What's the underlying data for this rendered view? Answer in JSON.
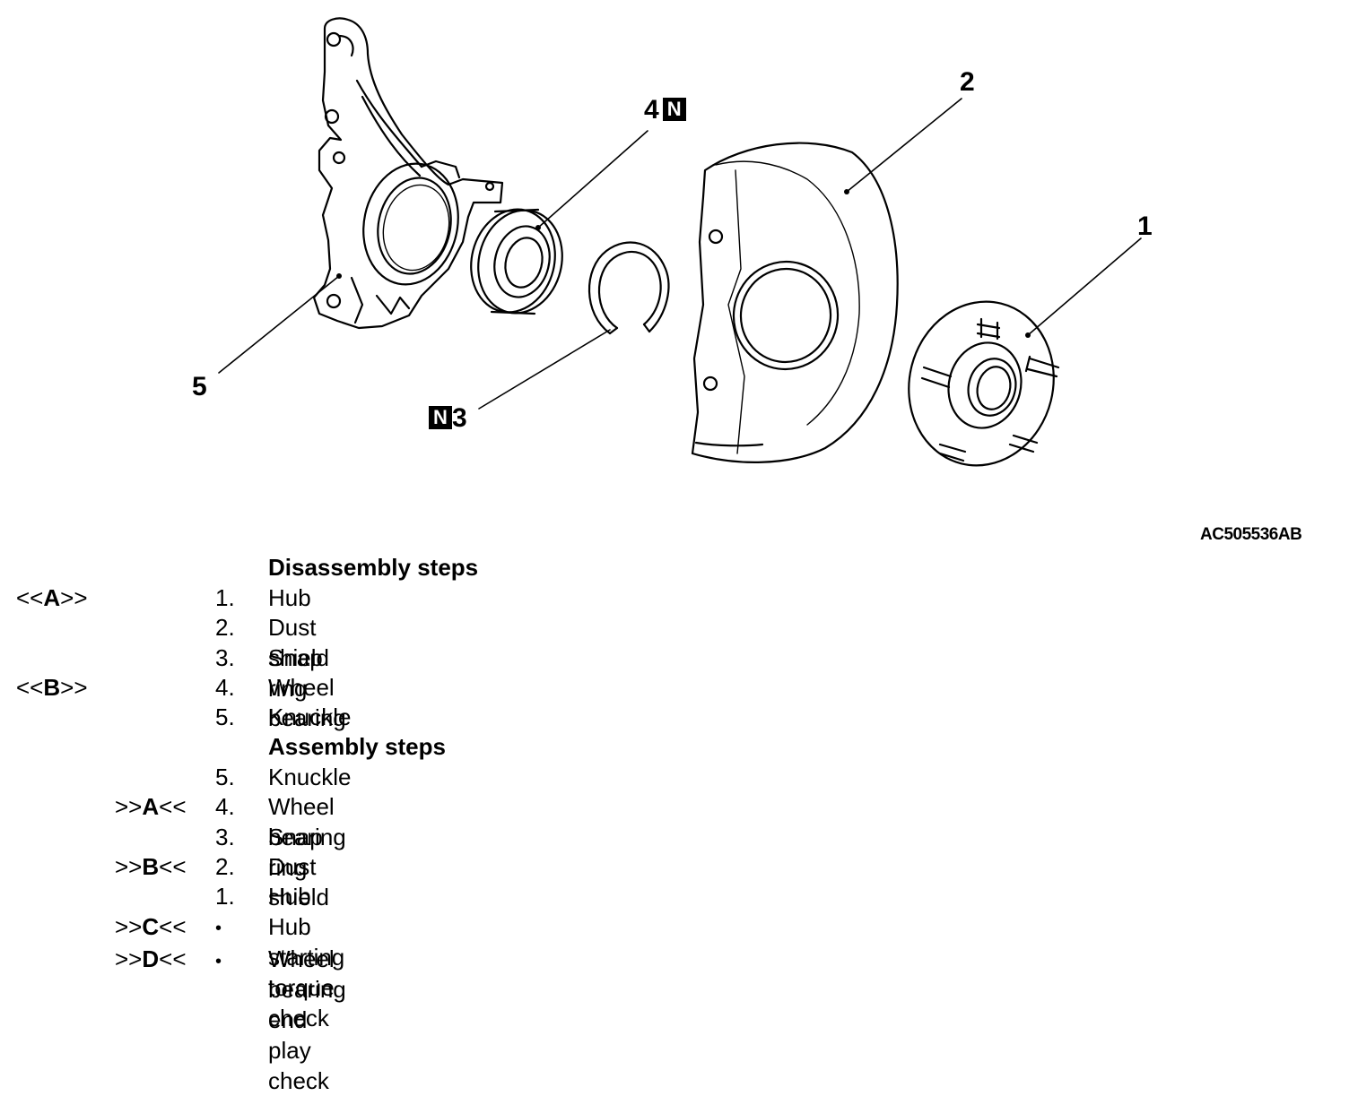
{
  "callouts": {
    "c1": "1",
    "c2": "2",
    "c3": "3",
    "c4": "4",
    "c5": "5",
    "n_badge": "N"
  },
  "figure_id": "AC505536AB",
  "disassembly": {
    "heading": "Disassembly steps",
    "items": [
      {
        "ref_prefix": "<<",
        "ref_letter": "A",
        "ref_suffix": ">>",
        "num": "1.",
        "label": "Hub"
      },
      {
        "ref_prefix": "",
        "ref_letter": "",
        "ref_suffix": "",
        "num": "2.",
        "label": "Dust shield"
      },
      {
        "ref_prefix": "",
        "ref_letter": "",
        "ref_suffix": "",
        "num": "3.",
        "label": "Snap ring"
      },
      {
        "ref_prefix": "<<",
        "ref_letter": "B",
        "ref_suffix": ">>",
        "num": "4.",
        "label": "Wheel bearing"
      },
      {
        "ref_prefix": "",
        "ref_letter": "",
        "ref_suffix": "",
        "num": "5.",
        "label": "Knuckle"
      }
    ]
  },
  "assembly": {
    "heading": "Assembly steps",
    "items": [
      {
        "ref_prefix": "",
        "ref_letter": "",
        "ref_suffix": "",
        "num": "5.",
        "label": "Knuckle"
      },
      {
        "ref_prefix": ">>",
        "ref_letter": "A",
        "ref_suffix": "<<",
        "num": "4.",
        "label": "Wheel bearing"
      },
      {
        "ref_prefix": "",
        "ref_letter": "",
        "ref_suffix": "",
        "num": "3.",
        "label": "Snap ring"
      },
      {
        "ref_prefix": ">>",
        "ref_letter": "B",
        "ref_suffix": "<<",
        "num": "2.",
        "label": "Dust shield"
      },
      {
        "ref_prefix": "",
        "ref_letter": "",
        "ref_suffix": "",
        "num": "1.",
        "label": "Hub"
      },
      {
        "ref_prefix": ">>",
        "ref_letter": "C",
        "ref_suffix": "<<",
        "num": "•",
        "label": "Hub starting torque check"
      },
      {
        "ref_prefix": ">>",
        "ref_letter": "D",
        "ref_suffix": "<<",
        "num": "•",
        "label": "Wheel bearing end play check"
      }
    ]
  }
}
